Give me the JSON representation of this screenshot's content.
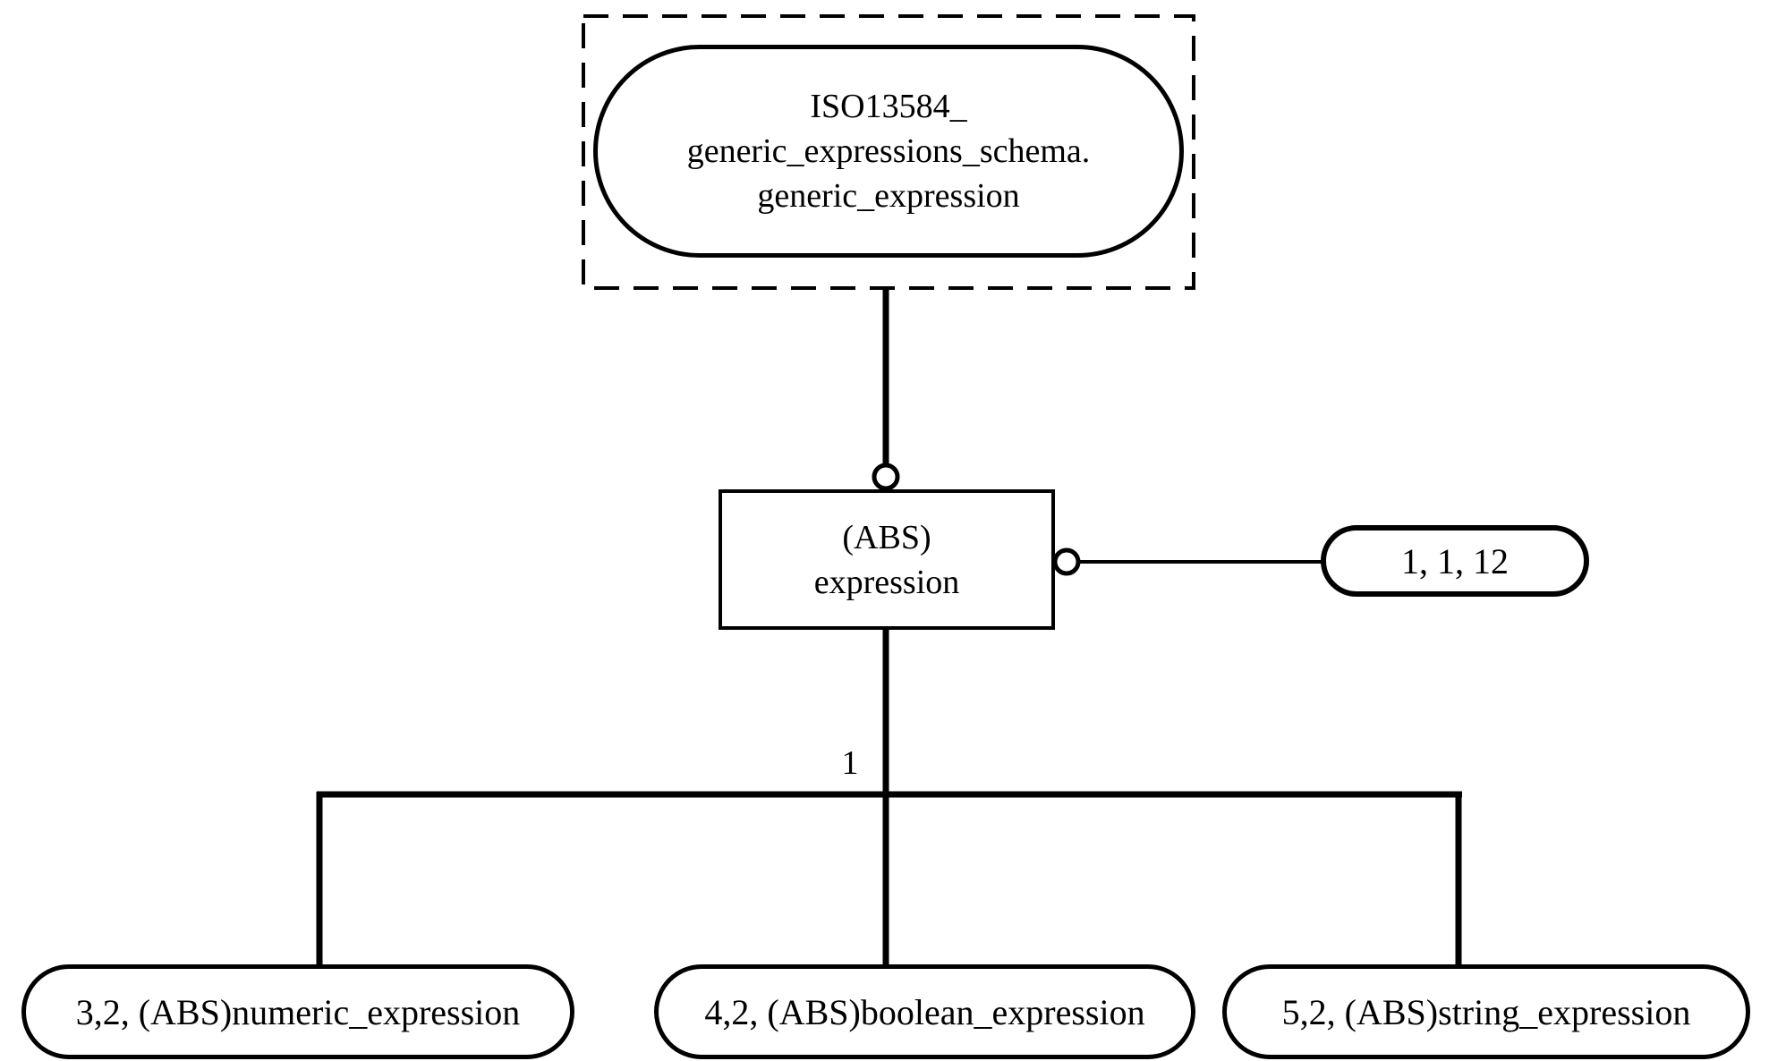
{
  "colors": {
    "ink": "#000000",
    "paper": "#ffffff"
  },
  "diagram": {
    "schema_ref_node": {
      "lines": [
        "ISO13584_",
        "generic_expressions_schema.",
        "generic_expression"
      ]
    },
    "expression_node": {
      "lines": [
        "(ABS)",
        "expression"
      ]
    },
    "attribute_cardinality": "1, 1, 12",
    "branch_label": "1",
    "subtype_nodes": [
      {
        "label": "3,2, (ABS)numeric_expression"
      },
      {
        "label": "4,2, (ABS)boolean_expression"
      },
      {
        "label": "5,2, (ABS)string_expression"
      }
    ]
  }
}
